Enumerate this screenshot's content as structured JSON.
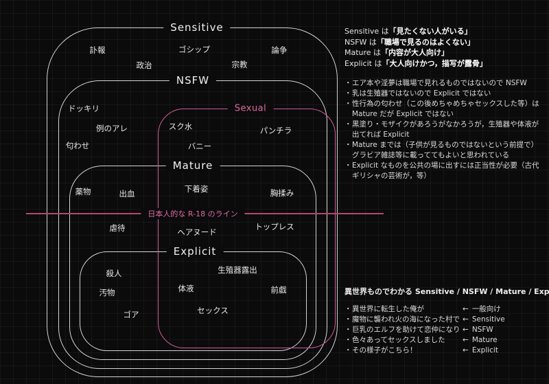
{
  "colors": {
    "background": "#0b0b0c",
    "outline_white": "#d6d6d6",
    "accent_pink": "#e06aa0",
    "sexual_border_pink": "#cf5e92",
    "r18_line": "#b8486a"
  },
  "diagram": {
    "labels": {
      "sensitive": "Sensitive",
      "nsfw": "NSFW",
      "sexual": "Sexual",
      "mature": "Mature",
      "explicit": "Explicit",
      "r18": "日本人的な R-18 のライン"
    },
    "items": [
      {
        "text": "訃報",
        "zone": "sensitive"
      },
      {
        "text": "ゴシップ",
        "zone": "sensitive"
      },
      {
        "text": "論争",
        "zone": "sensitive"
      },
      {
        "text": "政治",
        "zone": "sensitive"
      },
      {
        "text": "宗教",
        "zone": "sensitive"
      },
      {
        "text": "ドッキリ",
        "zone": "nsfw"
      },
      {
        "text": "例のアレ",
        "zone": "nsfw"
      },
      {
        "text": "匂わせ",
        "zone": "nsfw"
      },
      {
        "text": "スク水",
        "zone": "nsfw-sexual"
      },
      {
        "text": "パンチラ",
        "zone": "nsfw-sexual"
      },
      {
        "text": "バニー",
        "zone": "nsfw-sexual"
      },
      {
        "text": "薬物",
        "zone": "mature"
      },
      {
        "text": "出血",
        "zone": "mature"
      },
      {
        "text": "下着姿",
        "zone": "mature-sexual"
      },
      {
        "text": "胸揉み",
        "zone": "mature-sexual"
      },
      {
        "text": "虐待",
        "zone": "mature-below-r18"
      },
      {
        "text": "ヘアヌード",
        "zone": "mature-sexual-below-r18"
      },
      {
        "text": "トップレス",
        "zone": "mature-sexual-below-r18"
      },
      {
        "text": "殺人",
        "zone": "explicit"
      },
      {
        "text": "生殖器露出",
        "zone": "explicit-sexual"
      },
      {
        "text": "汚物",
        "zone": "explicit"
      },
      {
        "text": "体液",
        "zone": "explicit-sexual"
      },
      {
        "text": "前戯",
        "zone": "explicit-sexual"
      },
      {
        "text": "ゴア",
        "zone": "explicit"
      },
      {
        "text": "セックス",
        "zone": "explicit-sexual"
      }
    ]
  },
  "notes": {
    "bullet": "・",
    "definitions": [
      {
        "prefix": "Sensitive は",
        "quote": "「見たくない人がいる」"
      },
      {
        "prefix": "NSFW は",
        "quote": "「職場で見るのはよくない」"
      },
      {
        "prefix": "Mature は",
        "quote": "「内容が大人向け」"
      },
      {
        "prefix": "Explicit は",
        "quote": "「大人向けかつ，描写が露骨」"
      }
    ],
    "bullets": [
      "エア本や淫夢は職場で見れるものではないので NSFW",
      "乳は生殖器ではないので Explicit ではない",
      "性行為の匂わせ（この後めちゃめちゃセックスした等）は Mature だが Explicit ではない",
      "黒塗り・モザイクがあろうがなかろうが，生殖器や体液が出てれば Explicit",
      "Mature までは（子供が見るものではないという前提で）グラビア雑誌等に載っててもよいと思われている",
      "Explicit なものを公共の場に出すには正当性が必要（古代ギリシャの芸術が，等）"
    ]
  },
  "isekai": {
    "title": "異世界ものでわかる Sensitive / NSFW / Mature / Explicit",
    "arrow": "←",
    "rows": [
      {
        "text": "異世界に転生した俺が",
        "tag": "一般向け"
      },
      {
        "text": "魔物に襲われ火の海になった村で",
        "tag": "Sensitive"
      },
      {
        "text": "巨乳のエルフを助けて恋仲になり",
        "tag": "NSFW"
      },
      {
        "text": "色々あってセックスしました",
        "tag": "Mature"
      },
      {
        "text": "その様子がこちら！",
        "tag": "Explicit"
      }
    ]
  }
}
